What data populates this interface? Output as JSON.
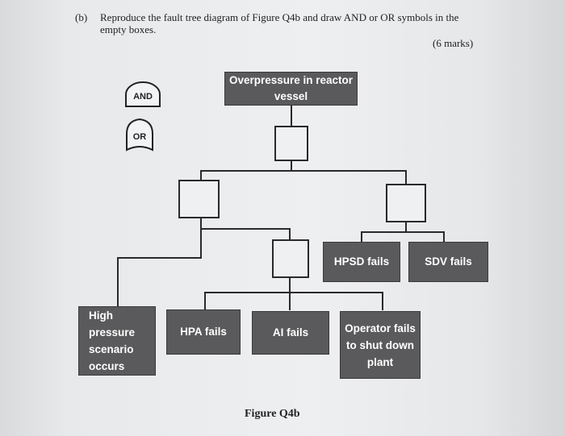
{
  "question": {
    "label": "(b)",
    "text": "Reproduce the fault tree diagram of Figure Q4b and draw AND or OR symbols in the empty boxes.",
    "marks": "(6 marks)"
  },
  "legend": {
    "and_label": "AND",
    "or_label": "OR"
  },
  "tree": {
    "top_event": "Overpressure in reactor vessel",
    "events": {
      "hpsd": "HPSD fails",
      "sdv": "SDV fails",
      "high_pressure": "High pressure scenario occurs",
      "hpa": "HPA fails",
      "ai": "AI fails",
      "operator": "Operator fails to shut down plant"
    }
  },
  "caption": "Figure Q4b"
}
